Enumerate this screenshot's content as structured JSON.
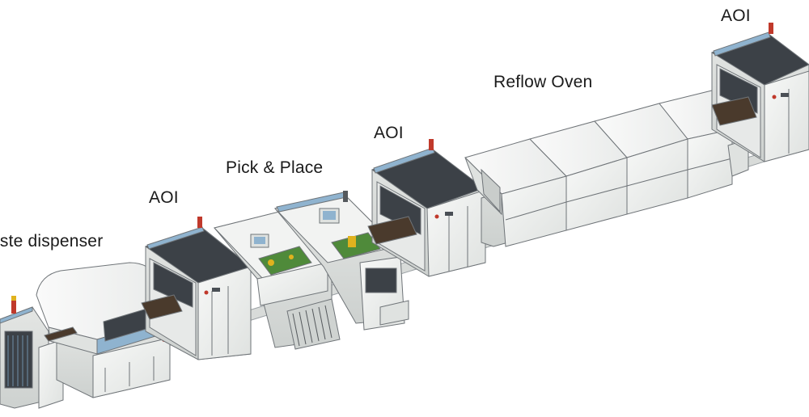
{
  "labels": {
    "paste_dispenser": "aste dispenser",
    "aoi_1": "AOI",
    "pick_and_place": "Pick & Place",
    "aoi_2": "AOI",
    "reflow_oven": "Reflow Oven",
    "aoi_3": "AOI"
  },
  "colors": {
    "machine_body": "#eef0ee",
    "machine_edge": "#6f7478",
    "dark_panel": "#3c4147",
    "blue_trim": "#8fb3cf",
    "conveyor": "#4a3a2c",
    "green_board": "#4f8a3a",
    "warning_red": "#c0392b",
    "yellow_part": "#e0b21e"
  },
  "stations": [
    "loader",
    "paste-dispenser",
    "aoi-1",
    "pick-and-place",
    "aoi-2",
    "reflow-oven",
    "aoi-3"
  ]
}
